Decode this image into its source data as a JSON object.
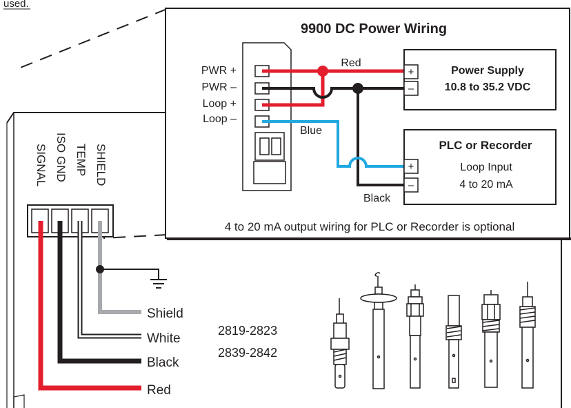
{
  "top_fragment": "used.",
  "inset": {
    "title": "9900 DC Power Wiring",
    "terminals": [
      "PWR +",
      "PWR –",
      "Loop +",
      "Loop –"
    ],
    "wire_labels": {
      "red": "Red",
      "blue": "Blue",
      "black": "Black"
    },
    "power_supply": {
      "title": "Power Supply",
      "range": "10.8 to 35.2 VDC",
      "plus": "+",
      "minus": "–"
    },
    "plc": {
      "title": "PLC or Recorder",
      "line1": "Loop Input",
      "line2": "4 to 20 mA",
      "plus": "+",
      "minus": "–"
    },
    "note": "4 to 20 mA output wiring for PLC or Recorder is optional"
  },
  "sensor_terminals": [
    "SHIELD",
    "TEMP",
    "ISO GND",
    "SIGNAL"
  ],
  "sensor_wires": [
    "Shield",
    "White",
    "Black",
    "Red"
  ],
  "part_numbers": [
    "2819-2823",
    "2839-2842"
  ],
  "colors": {
    "red": "#e31e2d",
    "blue": "#21a8e0",
    "black": "#231f20",
    "gray": "#a7a9ac"
  }
}
